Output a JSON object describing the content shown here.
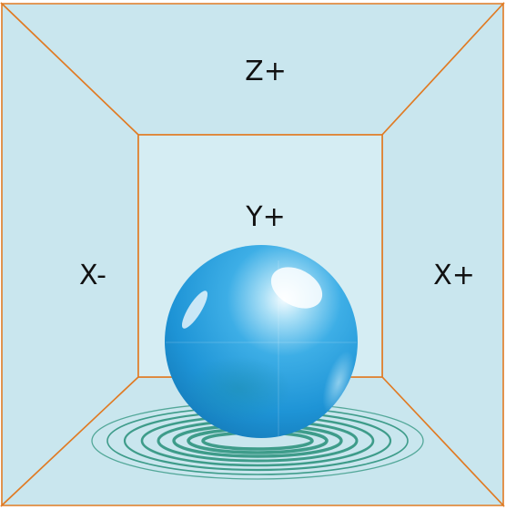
{
  "labels": {
    "top": "Z+",
    "back": "Y+",
    "left": "X-",
    "right": "X+"
  },
  "colors": {
    "edge": "#E07B24",
    "wall": "#C9E6EE",
    "back_wall": "#D5EDF3",
    "sphere_light": "#E9F8FF",
    "sphere_mid": "#2AA0DB",
    "sphere_dark": "#177FBE",
    "ripple": "#3E9C8A"
  }
}
